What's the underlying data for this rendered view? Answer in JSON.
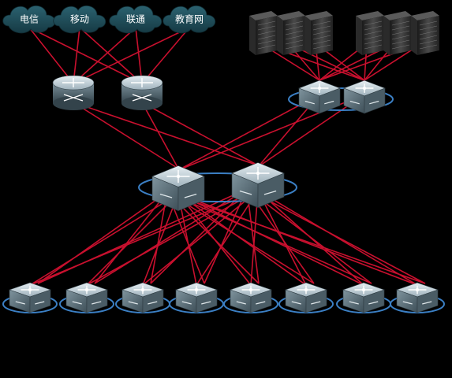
{
  "clouds": [
    {
      "id": "telecom",
      "label": "电信"
    },
    {
      "id": "mobile",
      "label": "移动"
    },
    {
      "id": "unicom",
      "label": "联通"
    },
    {
      "id": "edu",
      "label": "教育网"
    }
  ],
  "colors": {
    "background": "#000000",
    "link": "#c8102e",
    "cloud": "#1f4e5a",
    "device_top": "#c9d6dc",
    "device_side": "#5b6e78",
    "ring": "#3b7fc4"
  },
  "icons": {
    "router": "router-icon",
    "core_switch": "core-switch-icon",
    "access_switch": "switch-icon",
    "server": "server-rack-icon"
  }
}
